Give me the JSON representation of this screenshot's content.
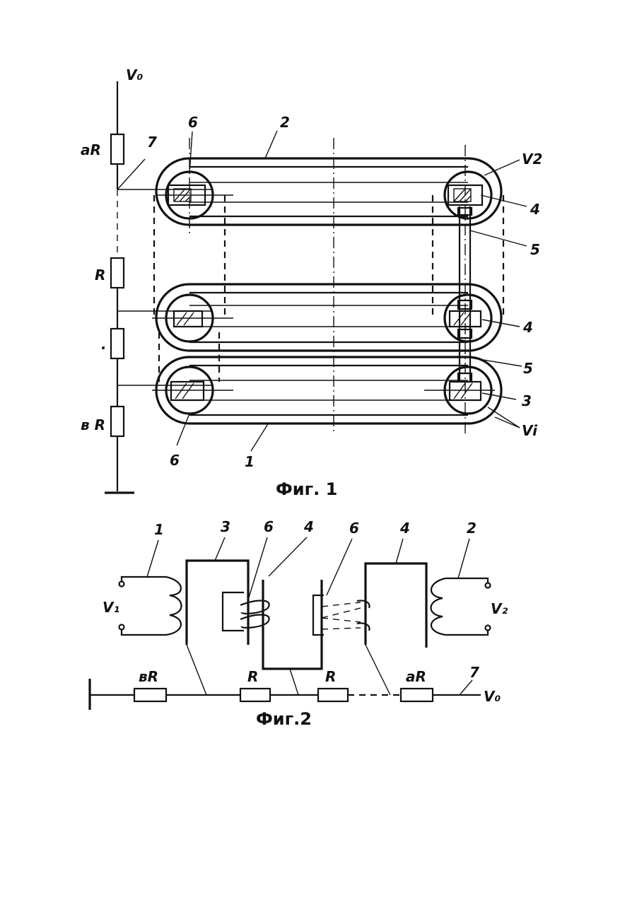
{
  "figure1": {
    "caption": "Фиг. 1",
    "labels": {
      "v0": "V₀",
      "aR": "aR",
      "R": "R",
      "bR": "в R",
      "n7": "7",
      "n6_top": "6",
      "n6_bottom": "6",
      "n2": "2",
      "n1": "1",
      "v2": "V2",
      "v1": "Vi",
      "n4_top": "4",
      "n4_mid": "4",
      "n5_top": "5",
      "n5_mid": "5",
      "n3": "3",
      "dot": "."
    }
  },
  "figure2": {
    "caption": "Фиг.2",
    "labels": {
      "n1": "1",
      "n3": "3",
      "n6_left": "6",
      "n4_left": "4",
      "n6_right": "6",
      "n4_right": "4",
      "n2": "2",
      "v1": "V₁",
      "v2": "V₂",
      "bR": "вR",
      "R1": "R",
      "R2": "R",
      "aR": "aR",
      "n7": "7",
      "v0": "V₀"
    }
  }
}
